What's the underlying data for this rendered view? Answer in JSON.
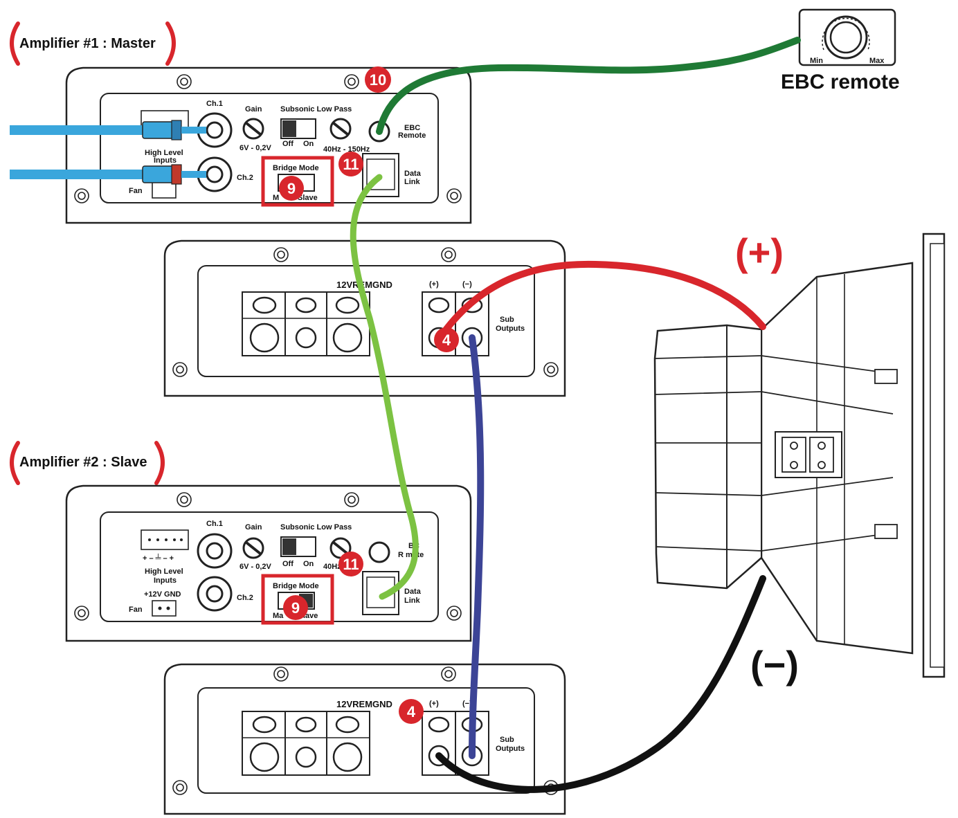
{
  "amp1": {
    "title": "Amplifier #1 : Master",
    "ch1": "Ch.1",
    "ch2": "Ch.2",
    "gain": "Gain",
    "gain_range": "6V - 0,2V",
    "subsonic_low_pass": "Subsonic Low Pass",
    "off": "Off",
    "on": "On",
    "freq_range": "40Hz - 150Hz",
    "high_level_inputs_1": "High Level",
    "high_level_inputs_2": "Inputs",
    "fan": "Fan",
    "bridge_mode": "Bridge Mode",
    "master_short": "M",
    "slave": "Slave",
    "ebc_1": "EBC",
    "ebc_2": "Remote",
    "data_1": "Data",
    "data_2": "Link"
  },
  "amp1_power": {
    "terminals": "12VREMGND",
    "plus": "(+)",
    "minus": "(−)",
    "sub_1": "Sub",
    "sub_2": "Outputs"
  },
  "amp2": {
    "title": "Amplifier #2 : Slave",
    "ch1": "Ch.1",
    "ch2": "Ch.2",
    "gain": "Gain",
    "gain_range": "6V - 0,2V",
    "subsonic_low_pass": "Subsonic Low Pass",
    "off": "Off",
    "on": "On",
    "freq_short": "40Hz",
    "high_level_inputs_1": "High Level",
    "high_level_inputs_2": "Inputs",
    "pin_signs": "+ – ╧ – +",
    "plus12_gnd": "+12V  GND",
    "fan": "Fan",
    "bridge_mode": "Bridge Mode",
    "master_short": "Ma",
    "slave_short": "lave",
    "ebc_1": "BC",
    "ebc_2": "R  mote",
    "data_1": "Data",
    "data_2": "Link"
  },
  "amp2_power": {
    "terminals": "12VREMGND",
    "plus": "(+)",
    "minus": "(−)",
    "sub_1": "Sub",
    "sub_2": "Outputs"
  },
  "remote": {
    "min": "Min",
    "max": "Max",
    "label": "EBC remote"
  },
  "speaker": {
    "plus_sign": "(+)",
    "minus_sign": "(−)"
  },
  "badges": {
    "b10": "10",
    "b11a": "11",
    "b11b": "11",
    "b9a": "9",
    "b9b": "9",
    "b4a": "4",
    "b4b": "4"
  },
  "colors": {
    "badge": "#d8262c",
    "ebc_cable": "#1f7a35",
    "data_cable": "#7cc242",
    "positive_cable": "#d8262c",
    "bridge_cable": "#3c4496",
    "negative_cable": "#111111",
    "input_cable": "#3aa6dc"
  }
}
